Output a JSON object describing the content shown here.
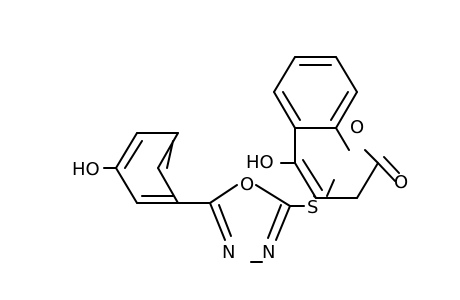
{
  "molecule": {
    "atoms": {
      "hydroxyl_left": "HO",
      "hydroxyl_top": "HO",
      "ring_oxygen_coumarin": "O",
      "carbonyl_oxygen": "O",
      "sulfur": "S",
      "oxadiazole_oxygen": "O",
      "nitrogen_left": "N",
      "nitrogen_right": "N"
    },
    "colors": {
      "bond": "#000000",
      "label": "#000000"
    }
  }
}
